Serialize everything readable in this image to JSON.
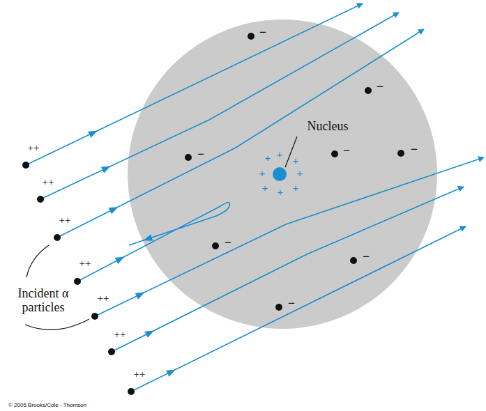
{
  "diagram": {
    "labels": [
      "++",
      "++",
      "++",
      "++",
      "++",
      "++",
      "++",
      "Incident α particles",
      "Nucleus",
      "+",
      "+",
      "+",
      "+",
      "+",
      "+",
      "+",
      "+",
      "−",
      "−",
      "−",
      "−",
      "−",
      "−",
      "−",
      "−",
      "© 2005 Brooks/Cole - Thomson"
    ]
  }
}
